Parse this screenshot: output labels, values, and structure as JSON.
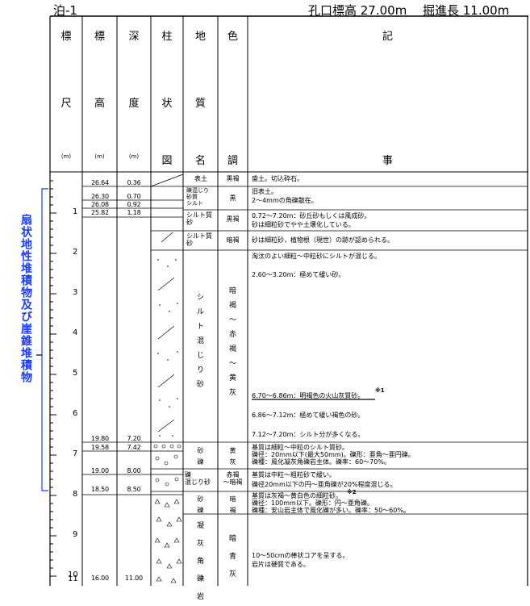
{
  "header": {
    "borehole": "泊-1",
    "elevation": "孔口標高 27.00m",
    "depth_total": "掘進長 11.00m"
  },
  "columns": {
    "scale": [
      "標",
      "尺",
      "(m)"
    ],
    "elev": [
      "標",
      "高",
      "(m)"
    ],
    "depth": [
      "深",
      "度",
      "(m)"
    ],
    "column": [
      "柱",
      "状",
      "図"
    ],
    "geology": [
      "地",
      "質",
      "名"
    ],
    "color": [
      "色",
      "調"
    ],
    "desc": [
      "記",
      "事"
    ]
  },
  "side_label": "扇状地性堆積物及び崖錐堆積物",
  "scale_numbers": [
    "1",
    "2",
    "3",
    "4",
    "5",
    "6",
    "7",
    "8",
    "9",
    "10",
    "11"
  ],
  "layers": [
    {
      "elev": "26.64",
      "depth": "0.36",
      "geo": "表土",
      "color": "黒褐",
      "desc": [
        "盛土。切込砕石。"
      ]
    },
    {
      "elev": "26.30",
      "depth": "0.70",
      "geo": "礫混じり",
      "color": "",
      "desc": [
        "旧表土。"
      ]
    },
    {
      "elev": "26.08",
      "depth": "0.92",
      "geo": "砂質",
      "color": "黒",
      "desc": [
        "2～4mmの角礫散在。"
      ]
    },
    {
      "elev": "25.82",
      "depth": "1.18",
      "geo": "シルト",
      "color": "",
      "desc": []
    },
    {
      "geo": "シルト質砂",
      "color": "黒褐",
      "desc": [
        "0.72～7.20m：砂丘砂もしくは風成砂。",
        "砂は細粒砂でやや土壌化している。"
      ]
    },
    {
      "geo": "シルト質砂",
      "color": "暗褐",
      "desc": [
        "砂は細粒砂，植物根（現世）の跡が認められる。"
      ]
    }
  ],
  "big_layer": {
    "geo": [
      "シ",
      "ル",
      "ト",
      "混",
      "じ",
      "り",
      "砂"
    ],
    "color": [
      "暗",
      "褐",
      "～",
      "赤",
      "褐",
      "～",
      "黄",
      "灰"
    ],
    "desc": [
      "淘汰のよい細粒～中粒砂にシルトが混じる。",
      "2.60～3.20m：極めて緩い砂。",
      "6.70～6.86m：明褐色の火山灰質砂。",
      "※1",
      "6.86～7.12m：極めて緩い褐色の砂。",
      "7.12～7.20m：シルト分が多くなる。"
    ],
    "elev_bottom": "19.80",
    "depth_bottom": "7.20"
  },
  "lower_layers": [
    {
      "elev": "19.58",
      "depth": "7.42",
      "geo": [
        "砂",
        "礫"
      ],
      "color": [
        "黄",
        "灰"
      ],
      "desc": [
        "基質は細粒～中粒のシルト質砂。",
        "礫径：20mm以下(最大50mm)。礫形：亜角～亜円礫。",
        "礫種：風化凝灰角礫岩主体。礫率：60～70%。"
      ]
    },
    {
      "elev": "19.00",
      "depth": "8.00",
      "geo": [
        "礫",
        "混じり砂"
      ],
      "color": [
        "赤褐",
        "～暗褐"
      ],
      "desc": [
        "基質は中粒～粗粒砂で緩い。",
        "礫径20mm以下の円～亜角礫が20%程度混じる。"
      ]
    },
    {
      "elev": "18.50",
      "depth": "8.50",
      "geo": [
        "砂",
        "礫"
      ],
      "color": [
        "暗",
        "褐"
      ],
      "desc": [
        "基質は灰褐～黄白色の細粒砂。",
        "※2",
        "礫径：100mm以下。礫形：円～亜角礫。",
        "礫種：安山岩主体で風化礫が多い。礫率：50～60%。"
      ]
    },
    {
      "elev": "16.00",
      "depth": "11.00",
      "geo": [
        "凝",
        "灰",
        "角",
        "礫",
        "岩"
      ],
      "color": [
        "暗",
        "青",
        "灰"
      ],
      "desc": [
        "10～50cmの棒状コアを呈する。",
        "岩片は硬質である。"
      ]
    }
  ],
  "colors": {
    "side_label": "#1a3cff",
    "bracket": "#1a3cff",
    "underline": "#d40000"
  }
}
